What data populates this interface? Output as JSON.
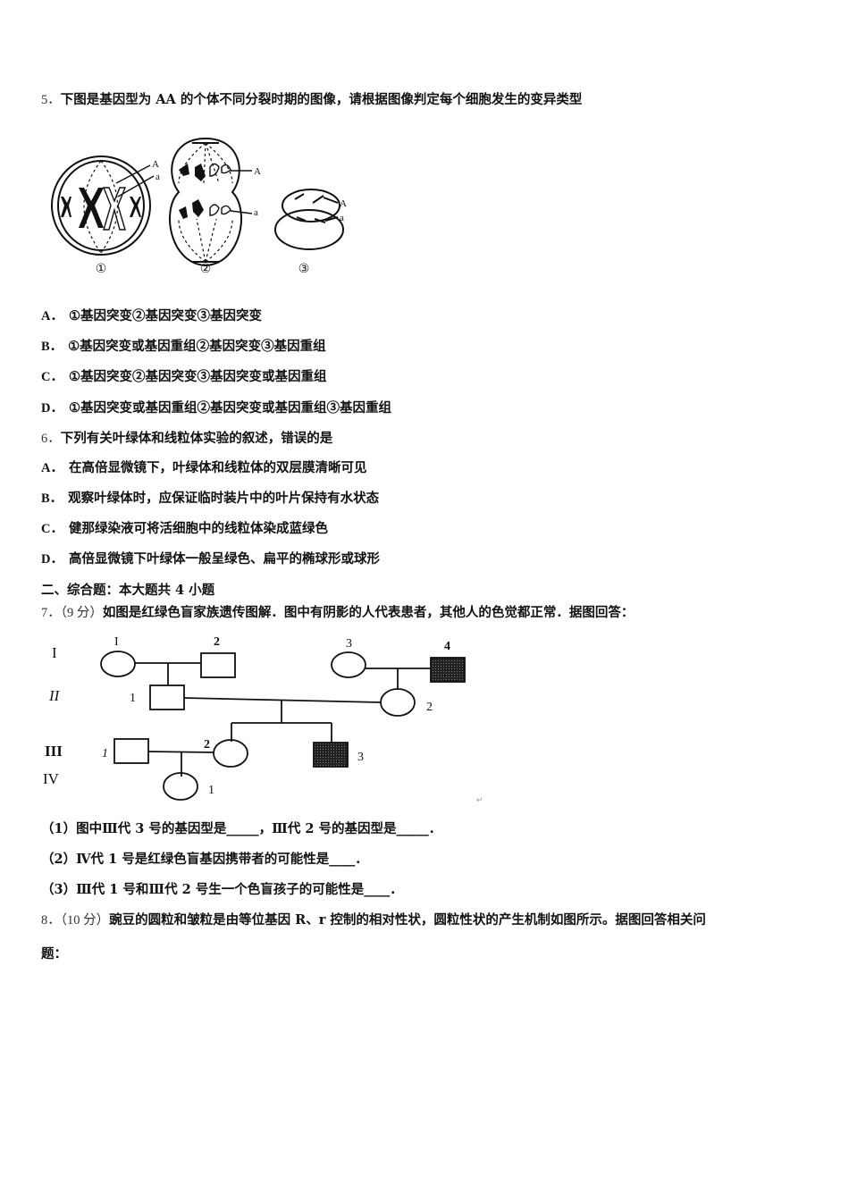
{
  "questions": {
    "q5": {
      "number": "5．",
      "stem": "下图是基因型为 AA 的个体不同分裂时期的图像，请根据图像判定每个细胞发生的变异类型",
      "figure": {
        "labels": [
          "①",
          "②",
          "③"
        ],
        "allele_labels": [
          "A",
          "a"
        ]
      },
      "options": [
        {
          "letter": "A．",
          "text": "①基因突变②基因突变③基因突变"
        },
        {
          "letter": "B．",
          "text": "①基因突变或基因重组②基因突变③基因重组"
        },
        {
          "letter": "C．",
          "text": "①基因突变②基因突变③基因突变或基因重组"
        },
        {
          "letter": "D．",
          "text": "①基因突变或基因重组②基因突变或基因重组③基因重组"
        }
      ]
    },
    "q6": {
      "number": "6．",
      "stem": "下列有关叶绿体和线粒体实验的叙述，错误的是",
      "options": [
        {
          "letter": "A．",
          "text": "在高倍显微镜下，叶绿体和线粒体的双层膜清晰可见"
        },
        {
          "letter": "B．",
          "text": "观察叶绿体时，应保证临时装片中的叶片保持有水状态"
        },
        {
          "letter": "C．",
          "text": "健那绿染液可将活细胞中的线粒体染成蓝绿色"
        },
        {
          "letter": "D．",
          "text": "高倍显微镜下叶绿体一般呈绿色、扁平的椭球形或球形"
        }
      ]
    },
    "section2": {
      "heading": "二、综合题：本大题共 4 小题"
    },
    "q7": {
      "number": "7．",
      "score": "（9 分）",
      "stem": "如图是红绿色盲家族遗传图解．图中有阴影的人代表患者，其他人的色觉都正常．据图回答：",
      "pedigree": {
        "generations": [
          "I",
          "II",
          "III",
          "IV"
        ],
        "individuals": [
          {
            "gen": "I",
            "id": "1",
            "sex": "female",
            "affected": false
          },
          {
            "gen": "I",
            "id": "2",
            "sex": "male",
            "affected": false
          },
          {
            "gen": "I",
            "id": "3",
            "sex": "female",
            "affected": false
          },
          {
            "gen": "I",
            "id": "4",
            "sex": "male",
            "affected": true
          },
          {
            "gen": "II",
            "id": "1",
            "sex": "male",
            "affected": false
          },
          {
            "gen": "II",
            "id": "2",
            "sex": "female",
            "affected": false
          },
          {
            "gen": "III",
            "id": "1",
            "sex": "male",
            "affected": false
          },
          {
            "gen": "III",
            "id": "2",
            "sex": "female",
            "affected": false
          },
          {
            "gen": "III",
            "id": "3",
            "sex": "male",
            "affected": true
          },
          {
            "gen": "IV",
            "id": "1",
            "sex": "female",
            "affected": false
          }
        ]
      },
      "subquestions": [
        "（1）图中Ⅲ代 3 号的基因型是_____，Ⅲ代 2 号的基因型是_____．",
        "（2）Ⅳ代 1 号是红绿色盲基因携带者的可能性是____．",
        "（3）Ⅲ代 1 号和Ⅲ代 2 号生一个色盲孩子的可能性是____．"
      ]
    },
    "q8": {
      "number": "8．",
      "score": "（10 分）",
      "stem_line1": "豌豆的圆粒和皱粒是由等位基因 R、r 控制的相对性状，圆粒性状的产生机制如图所示。据图回答相关问",
      "stem_line2": "题："
    }
  }
}
